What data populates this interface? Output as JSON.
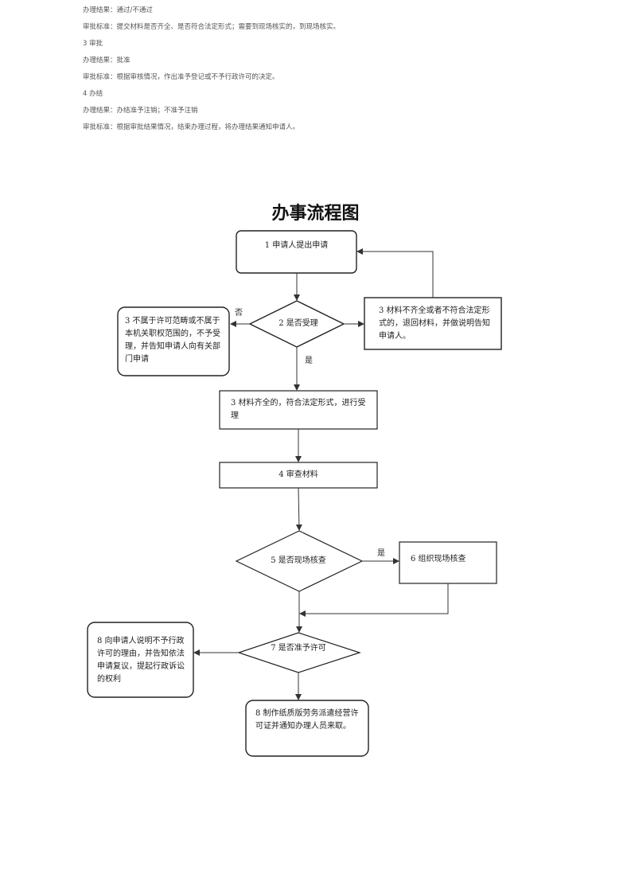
{
  "header": {
    "lines": [
      "办理结果：通过/不通过",
      "审批标准：提交材料是否齐全、是否符合法定形式；需要到现场核实的，到现场核实。",
      "3 审批",
      "办理结果：批准",
      "审批标准：根据审核情况，作出准予登记或不予行政许可的决定。",
      "4 办结",
      "办理结果：办结准予注销；不准予注销",
      "审批标准：根据审批结果情况，结束办理过程，将办理结果通知申请人。"
    ]
  },
  "flowchart": {
    "title": "办事流程图",
    "nodes": {
      "n1": "1  申请人提出申请",
      "n2": "2 是否受理",
      "n3a": "3 不属于许可范畴或不属于本机关职权范围的，不予受理，并告知申请人向有关部门申请",
      "n3b": "3 材料不齐全或者不符合法定形式的，退回材料，并做说明告知申请人。",
      "n3c": "3  材料齐全的，符合法定形式，进行受理",
      "n4": "4  审查材料",
      "n5": "5 是否现场核查",
      "n6": "6  组织现场核查",
      "n7": "7 是否准予许可",
      "n8a": "8  向申请人说明不予行政许可的理由，并告知依法申请复议，提起行政诉讼的权利",
      "n8b": "8  制作纸质版劳务派遣经营许可证并通知办理人员来取。"
    },
    "labels": {
      "no": "否",
      "yes1": "是",
      "yes2": "是"
    }
  }
}
